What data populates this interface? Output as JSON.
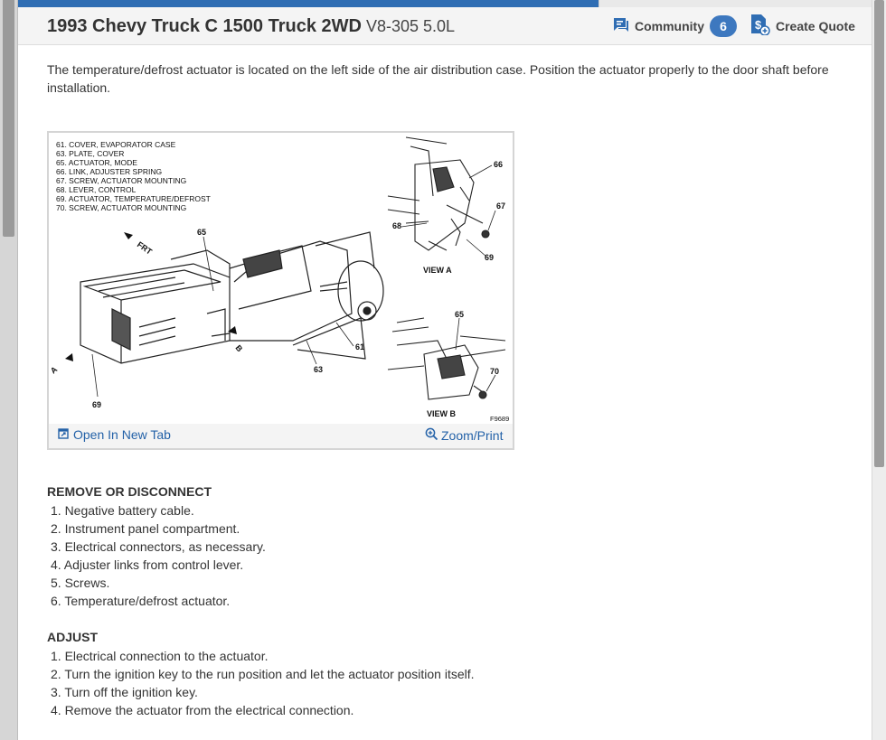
{
  "header": {
    "title": "1993 Chevy Truck C 1500 Truck 2WD",
    "engine": "V8-305 5.0L",
    "community_label": "Community",
    "community_count": "6",
    "create_quote_label": "Create Quote"
  },
  "intro": "The temperature/defrost actuator is located on the left side of the air distribution case. Position the actuator properly to the door shaft before installation.",
  "figure": {
    "legend": [
      "61. COVER, EVAPORATOR CASE",
      "63. PLATE, COVER",
      "65. ACTUATOR, MODE",
      "66. LINK, ADJUSTER SPRING",
      "67. SCREW, ACTUATOR MOUNTING",
      "68. LEVER, CONTROL",
      "69. ACTUATOR, TEMPERATURE/DEFROST",
      "70. SCREW, ACTUATOR MOUNTING"
    ],
    "callouts": {
      "c65": "65",
      "c61": "61",
      "c63": "63",
      "c69": "69",
      "c68": "68",
      "c66": "66",
      "c67": "67",
      "c69b": "69",
      "c65b": "65",
      "c70": "70",
      "frt": "FRT",
      "a": "A",
      "b": "B"
    },
    "view_a": "VIEW A",
    "view_b": "VIEW B",
    "fig_id": "F9689",
    "open_new_tab": "Open In New Tab",
    "zoom_print": "Zoom/Print"
  },
  "remove": {
    "heading": "REMOVE OR DISCONNECT",
    "steps": [
      "1. Negative battery cable.",
      "2. Instrument panel compartment.",
      "3. Electrical connectors, as necessary.",
      "4. Adjuster links from control lever.",
      "5. Screws.",
      "6. Temperature/defrost actuator."
    ]
  },
  "adjust": {
    "heading": "ADJUST",
    "steps": [
      "1. Electrical connection to the actuator.",
      "2. Turn the ignition key to the run position and let the actuator position itself.",
      "3. Turn off the ignition key.",
      "4. Remove the actuator from the electrical connection."
    ]
  },
  "colors": {
    "accent": "#2f6db3",
    "badge": "#3d78bf",
    "link": "#2462a8"
  }
}
